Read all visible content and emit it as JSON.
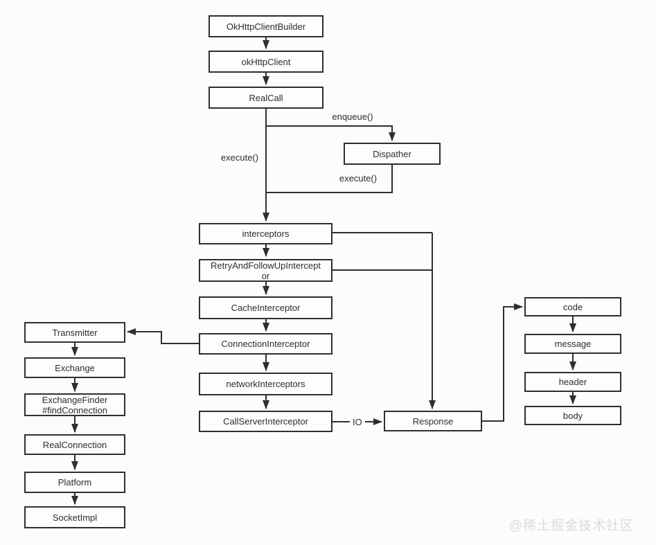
{
  "diagram": {
    "type": "flowchart",
    "nodes": [
      {
        "id": "okhttpclientbuilder",
        "label": "OkHttpClientBuilder"
      },
      {
        "id": "okhttpclient",
        "label": "okHttpClient"
      },
      {
        "id": "realcall",
        "label": "RealCall"
      },
      {
        "id": "dispatcher",
        "label": "Dispather"
      },
      {
        "id": "interceptors",
        "label": "interceptors"
      },
      {
        "id": "retryandfollowupinterceptor",
        "label": "RetryAndFollowUpIntercept\nor"
      },
      {
        "id": "cacheinterceptor",
        "label": "CacheInterceptor"
      },
      {
        "id": "connectioninterceptor",
        "label": "ConnectionInterceptor"
      },
      {
        "id": "networkinterceptors",
        "label": "networkInterceptors"
      },
      {
        "id": "callserverinterceptor",
        "label": "CallServerInterceptor"
      },
      {
        "id": "transmitter",
        "label": "Transmitter"
      },
      {
        "id": "exchange",
        "label": "Exchange"
      },
      {
        "id": "exchangefinder",
        "label": "ExchangeFinder\n#findConnection"
      },
      {
        "id": "realconnection",
        "label": "RealConnection"
      },
      {
        "id": "platform",
        "label": "Platform"
      },
      {
        "id": "socketimpl",
        "label": "SocketImpl"
      },
      {
        "id": "response",
        "label": "Response"
      },
      {
        "id": "code",
        "label": "code"
      },
      {
        "id": "message",
        "label": "message"
      },
      {
        "id": "header",
        "label": "header"
      },
      {
        "id": "body",
        "label": "body"
      }
    ],
    "edge_labels": {
      "enqueue": "enqueue()",
      "execute_main": "execute()",
      "execute_dispatcher": "execute()",
      "io": "IO"
    },
    "edges": [
      {
        "from": "okhttpclientbuilder",
        "to": "okhttpclient",
        "label": ""
      },
      {
        "from": "okhttpclient",
        "to": "realcall",
        "label": ""
      },
      {
        "from": "realcall",
        "to": "interceptors",
        "label": "execute()"
      },
      {
        "from": "realcall",
        "to": "dispatcher",
        "label": "enqueue()"
      },
      {
        "from": "dispatcher",
        "to": "interceptors",
        "label": "execute()"
      },
      {
        "from": "interceptors",
        "to": "retryandfollowupinterceptor",
        "label": ""
      },
      {
        "from": "retryandfollowupinterceptor",
        "to": "cacheinterceptor",
        "label": ""
      },
      {
        "from": "cacheinterceptor",
        "to": "connectioninterceptor",
        "label": ""
      },
      {
        "from": "connectioninterceptor",
        "to": "networkinterceptors",
        "label": ""
      },
      {
        "from": "networkinterceptors",
        "to": "callserverinterceptor",
        "label": ""
      },
      {
        "from": "connectioninterceptor",
        "to": "transmitter",
        "label": ""
      },
      {
        "from": "transmitter",
        "to": "exchange",
        "label": ""
      },
      {
        "from": "exchange",
        "to": "exchangefinder",
        "label": ""
      },
      {
        "from": "exchangefinder",
        "to": "realconnection",
        "label": ""
      },
      {
        "from": "realconnection",
        "to": "platform",
        "label": ""
      },
      {
        "from": "platform",
        "to": "socketimpl",
        "label": ""
      },
      {
        "from": "callserverinterceptor",
        "to": "response",
        "label": "IO"
      },
      {
        "from": "interceptors",
        "to": "response",
        "label": ""
      },
      {
        "from": "retryandfollowupinterceptor",
        "to": "response",
        "label": ""
      },
      {
        "from": "response",
        "to": "code",
        "label": ""
      },
      {
        "from": "code",
        "to": "message",
        "label": ""
      },
      {
        "from": "message",
        "to": "header",
        "label": ""
      },
      {
        "from": "header",
        "to": "body",
        "label": ""
      }
    ],
    "watermark": "@稀土掘金技术社区",
    "colors": {
      "background": "#fcfcfc",
      "line": "#2e2e2e",
      "box_border": "#2e2e2e",
      "box_fill": "#fdfdfd",
      "text": "#2d2d2d",
      "watermark": "#dadada"
    }
  }
}
